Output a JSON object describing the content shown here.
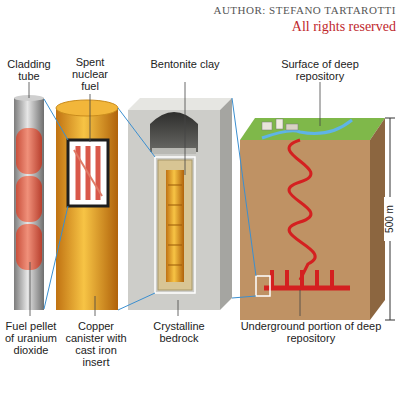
{
  "diagram": {
    "labels": [
      "AUTHOR: STEFANO TARTAROTTI",
      "All rights reserved",
      "Cladding tube",
      "Spent nuclear fuel",
      "Bentonite clay",
      "Surface of deep repository",
      "Fuel pellet of uranium dioxide",
      "Copper canister with cast iron insert",
      "Crystalline bedrock",
      "Underground portion of deep repository",
      "500 m"
    ]
  }
}
